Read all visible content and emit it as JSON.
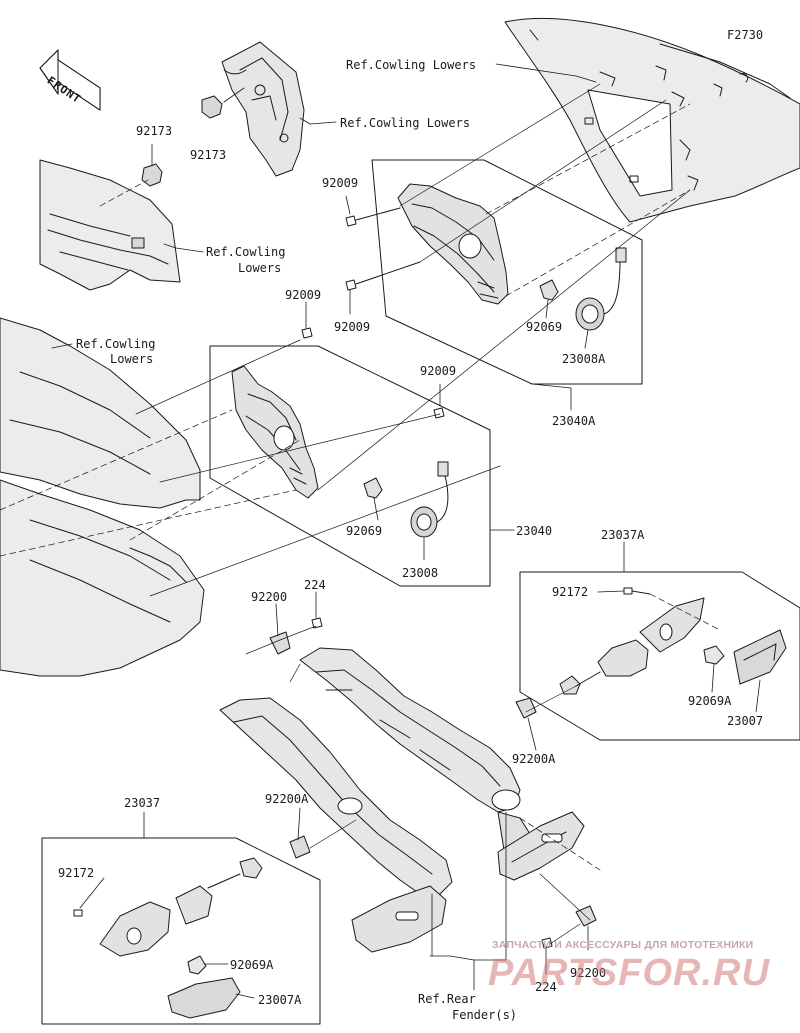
{
  "diagram_code": "F2730",
  "front_label": "FRONT",
  "labels": {
    "p92173_a": "92173",
    "p92173_b": "92173",
    "ref_cowling_top": "Ref.Cowling Lowers",
    "ref_cowling_upper_right": "Ref.Cowling Lowers",
    "ref_cowling_mid_1": "Ref.Cowling",
    "ref_cowling_mid_2": "Lowers",
    "ref_cowling_left_1": "Ref.Cowling",
    "ref_cowling_left_2": "Lowers",
    "p92009_a": "92009",
    "p92009_b": "92009",
    "p92009_c": "92009",
    "p92009_d": "92009",
    "p92069_a": "92069",
    "p92069_b": "92069",
    "p23008A": "23008A",
    "p23040A": "23040A",
    "p23040": "23040",
    "p23008": "23008",
    "p23037A": "23037A",
    "p92172_a": "92172",
    "p92069A_a": "92069A",
    "p23007": "23007",
    "p92200_top": "92200",
    "p224_top": "224",
    "p92200A_right": "92200A",
    "p23037": "23037",
    "p92200A_mid": "92200A",
    "p92172_b": "92172",
    "p92069A_b": "92069A",
    "p23007A": "23007A",
    "ref_rear_1": "Ref.Rear",
    "ref_rear_2": "Fender(s)",
    "p224_bottom": "224",
    "p92200_bottom": "92200"
  },
  "watermark": {
    "line1": "ЗАПЧАСТИ И АКСЕССУАРЫ ДЛЯ МОТОТЕХНИКИ",
    "line2": "PARTSFOR.RU"
  },
  "colors": {
    "line": "#1a1a1a",
    "part_fill": "#e6e6e6",
    "watermark": "#d07878"
  }
}
